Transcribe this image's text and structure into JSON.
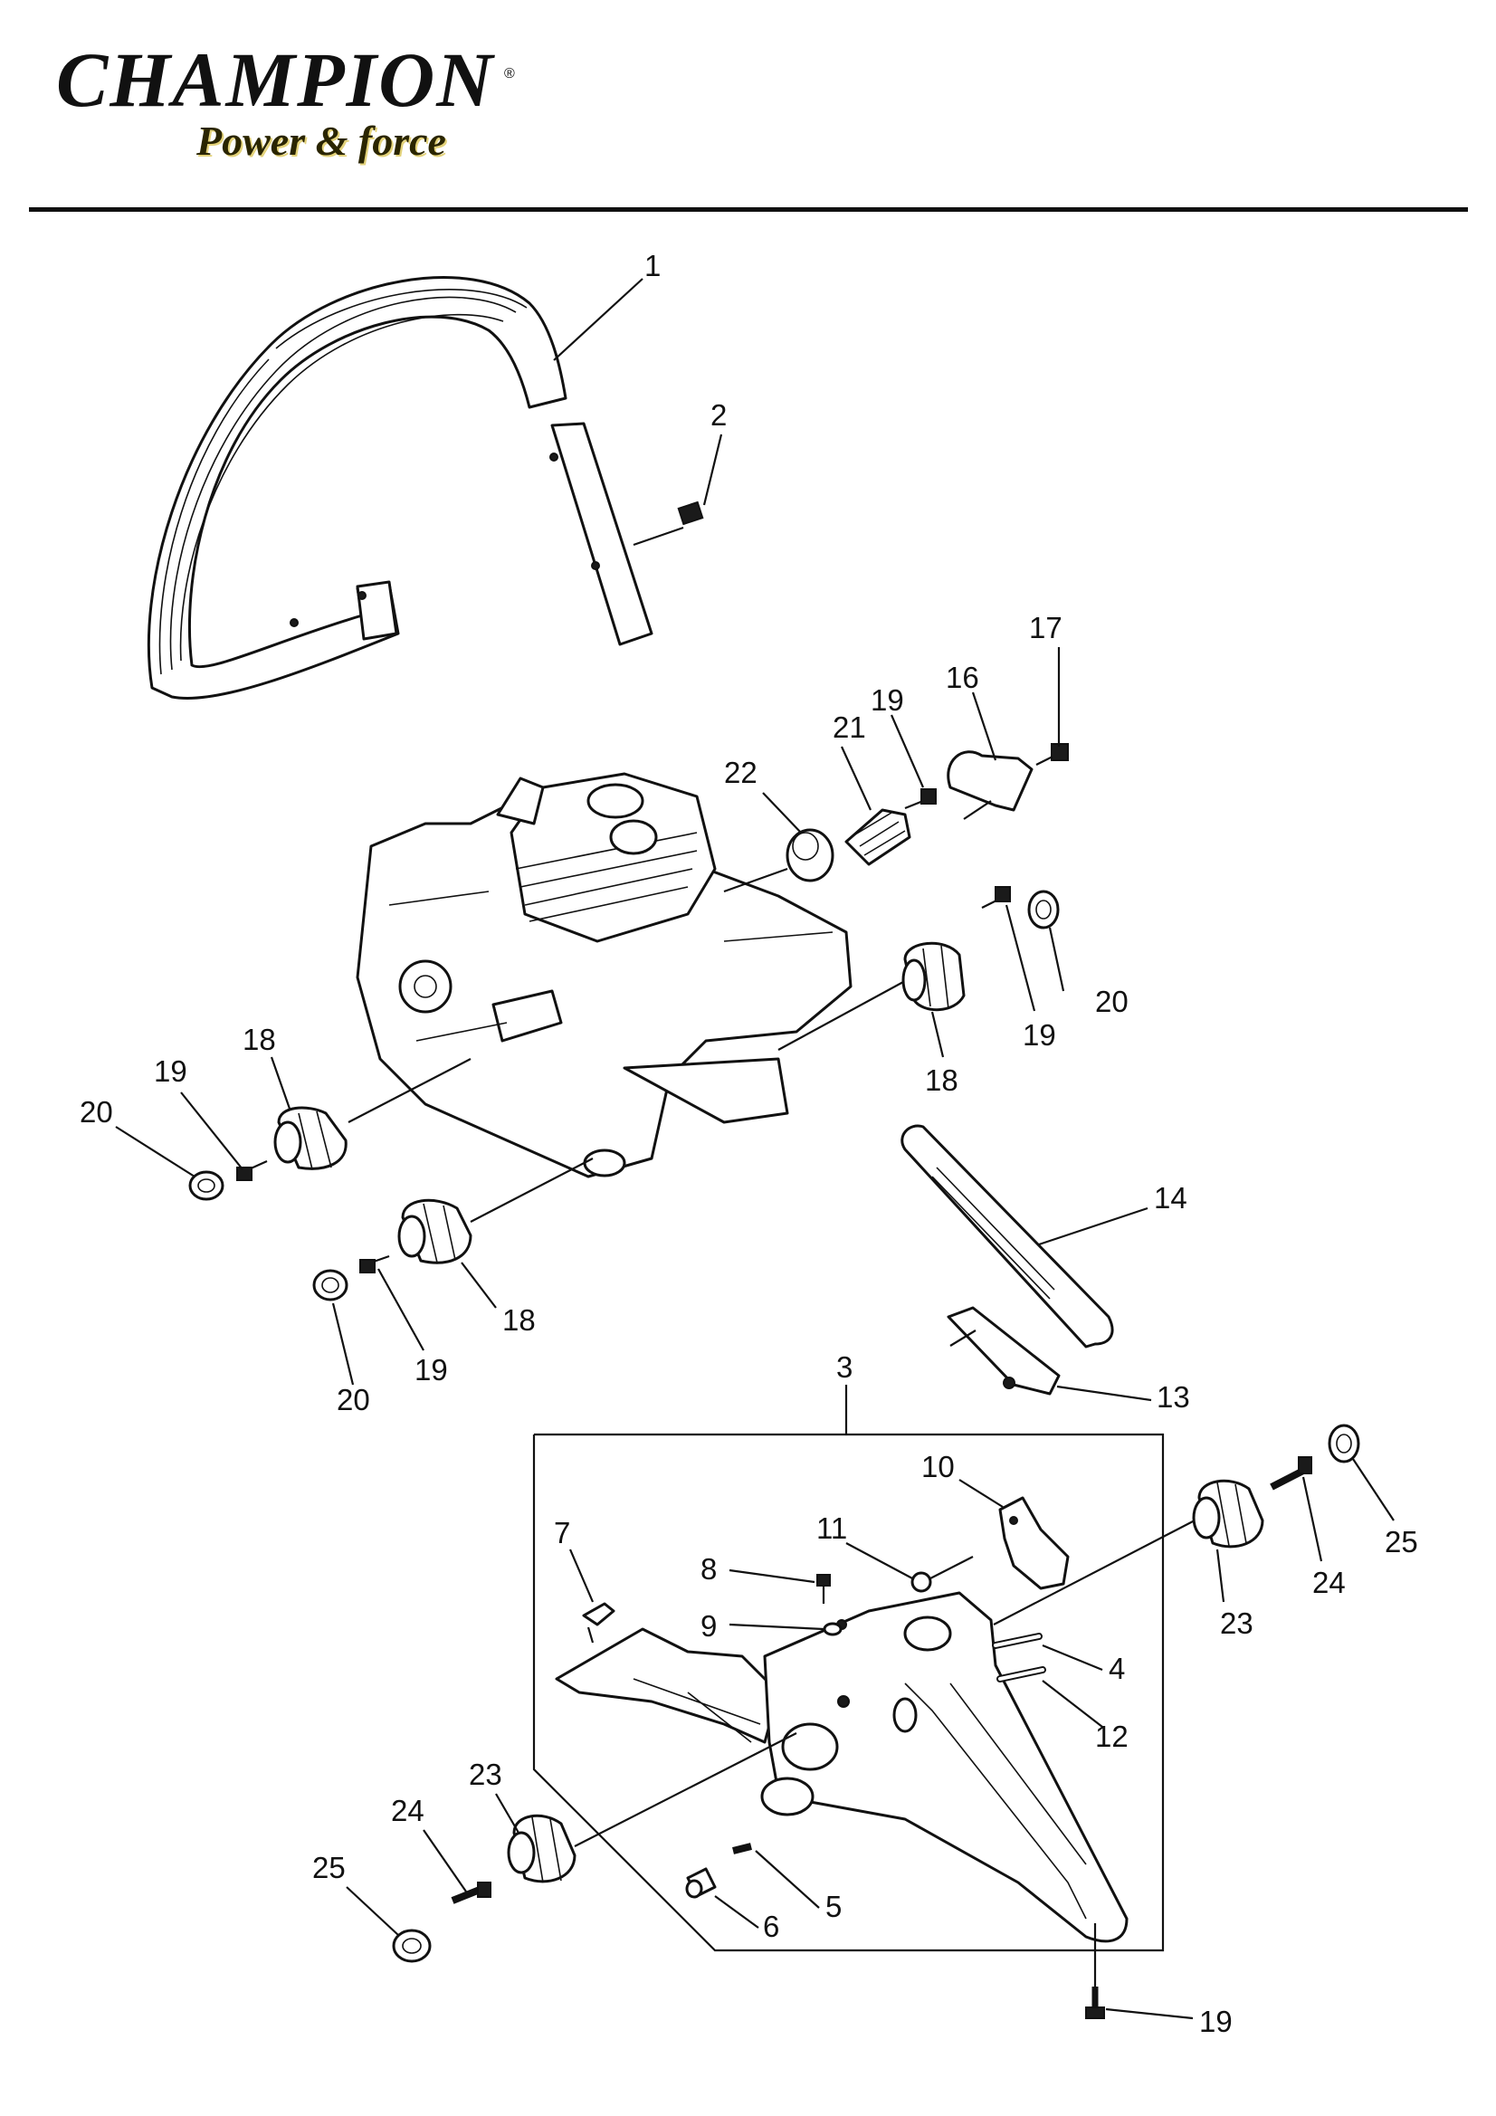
{
  "brand": {
    "name": "CHAMPION",
    "registered_mark": "®",
    "tagline": "Power & force"
  },
  "diagram": {
    "group_box_label": "3",
    "callouts": [
      {
        "id": "c1",
        "label": "1"
      },
      {
        "id": "c2",
        "label": "2"
      },
      {
        "id": "c3",
        "label": "3"
      },
      {
        "id": "c4",
        "label": "4"
      },
      {
        "id": "c5",
        "label": "5"
      },
      {
        "id": "c6",
        "label": "6"
      },
      {
        "id": "c7",
        "label": "7"
      },
      {
        "id": "c8",
        "label": "8"
      },
      {
        "id": "c9",
        "label": "9"
      },
      {
        "id": "c10",
        "label": "10"
      },
      {
        "id": "c11",
        "label": "11"
      },
      {
        "id": "c12",
        "label": "12"
      },
      {
        "id": "c13",
        "label": "13"
      },
      {
        "id": "c14",
        "label": "14"
      },
      {
        "id": "c16",
        "label": "16"
      },
      {
        "id": "c17",
        "label": "17"
      },
      {
        "id": "c18a",
        "label": "18"
      },
      {
        "id": "c18b",
        "label": "18"
      },
      {
        "id": "c18c",
        "label": "18"
      },
      {
        "id": "c19a",
        "label": "19"
      },
      {
        "id": "c19b",
        "label": "19"
      },
      {
        "id": "c19c",
        "label": "19"
      },
      {
        "id": "c19d",
        "label": "19"
      },
      {
        "id": "c19e",
        "label": "19"
      },
      {
        "id": "c20a",
        "label": "20"
      },
      {
        "id": "c20b",
        "label": "20"
      },
      {
        "id": "c20c",
        "label": "20"
      },
      {
        "id": "c21",
        "label": "21"
      },
      {
        "id": "c22",
        "label": "22"
      },
      {
        "id": "c23a",
        "label": "23"
      },
      {
        "id": "c23b",
        "label": "23"
      },
      {
        "id": "c24a",
        "label": "24"
      },
      {
        "id": "c24b",
        "label": "24"
      },
      {
        "id": "c25a",
        "label": "25"
      },
      {
        "id": "c25b",
        "label": "25"
      }
    ]
  }
}
